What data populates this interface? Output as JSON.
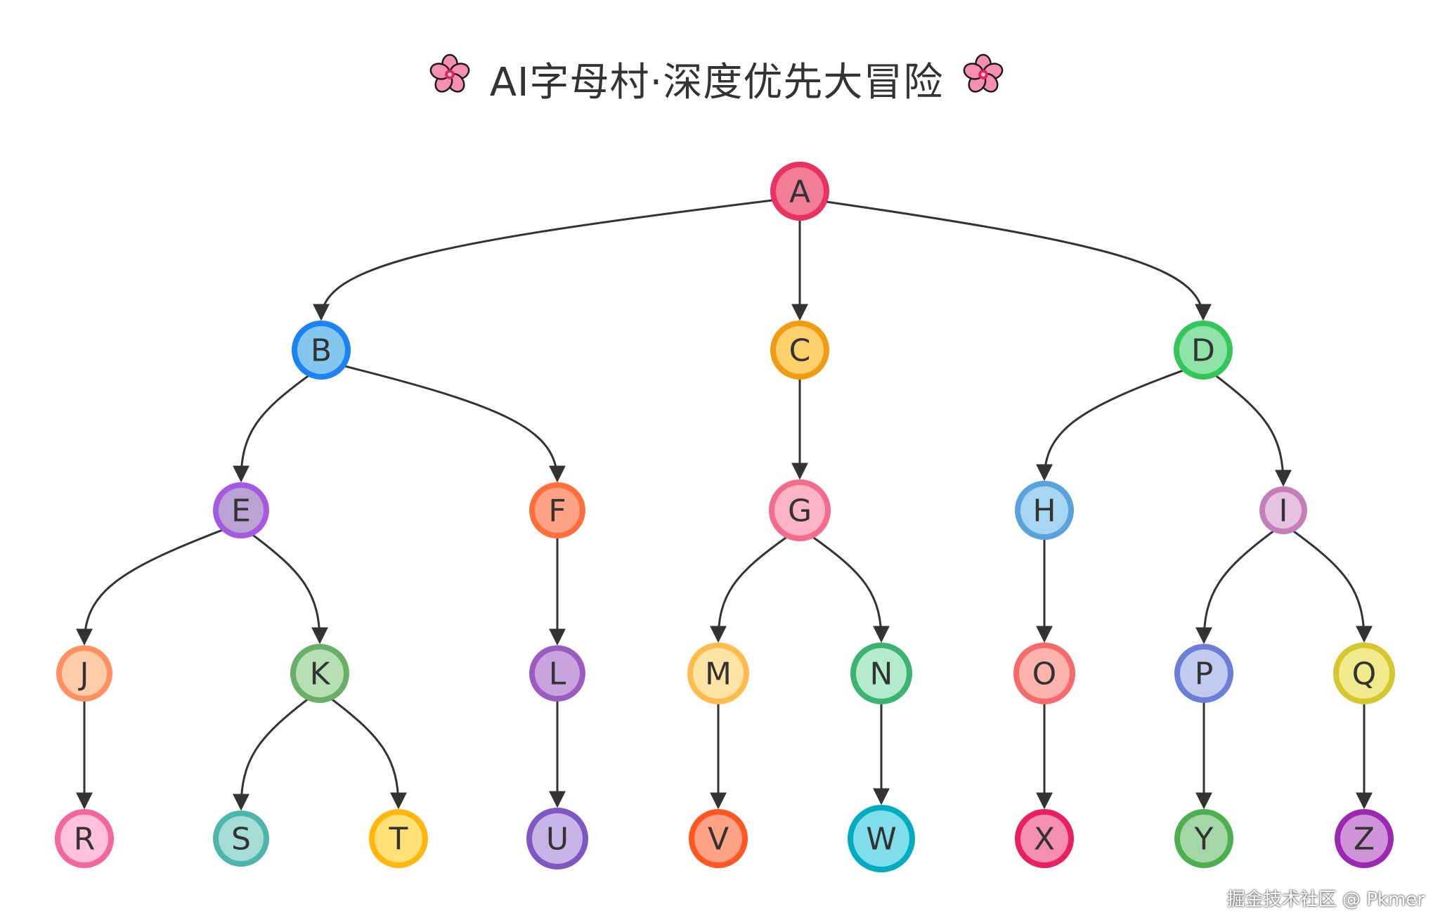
{
  "title": "AI字母村·深度优先大冒险",
  "title_icon": "cherry-blossom-icon",
  "watermark": "掘金技术社区 @ Pkmer",
  "colors": {
    "edge": "#333333",
    "title": "#333333",
    "background": "#ffffff"
  },
  "tree": {
    "nodes": [
      {
        "id": "A",
        "label": "A",
        "level": 0,
        "ring": "#e8335f",
        "fill": "#f27d97"
      },
      {
        "id": "B",
        "label": "B",
        "level": 1,
        "ring": "#1b83f2",
        "fill": "#83c6ee"
      },
      {
        "id": "C",
        "label": "C",
        "level": 1,
        "ring": "#f29a12",
        "fill": "#fcd06b"
      },
      {
        "id": "D",
        "label": "D",
        "level": 1,
        "ring": "#34c65d",
        "fill": "#8fe3a8"
      },
      {
        "id": "E",
        "label": "E",
        "level": 2,
        "ring": "#a459e0",
        "fill": "#b9a3d3"
      },
      {
        "id": "F",
        "label": "F",
        "level": 2,
        "ring": "#ff6f3c",
        "fill": "#ffa285"
      },
      {
        "id": "G",
        "label": "G",
        "level": 2,
        "ring": "#f56b8d",
        "fill": "#fbb4c6"
      },
      {
        "id": "H",
        "label": "H",
        "level": 2,
        "ring": "#5ba2dd",
        "fill": "#a7d6f2"
      },
      {
        "id": "I",
        "label": "I",
        "level": 2,
        "ring": "#c47fb8",
        "fill": "#e6c2e0"
      },
      {
        "id": "J",
        "label": "J",
        "level": 3,
        "ring": "#ff9060",
        "fill": "#ffccaa"
      },
      {
        "id": "K",
        "label": "K",
        "level": 3,
        "ring": "#6aaf67",
        "fill": "#b6e0b3"
      },
      {
        "id": "L",
        "label": "L",
        "level": 3,
        "ring": "#9a5cc0",
        "fill": "#c9a3dd"
      },
      {
        "id": "M",
        "label": "M",
        "level": 3,
        "ring": "#ffbb4d",
        "fill": "#ffe4a6"
      },
      {
        "id": "N",
        "label": "N",
        "level": 3,
        "ring": "#3cb371",
        "fill": "#b3ebcc"
      },
      {
        "id": "O",
        "label": "O",
        "level": 3,
        "ring": "#f56b6b",
        "fill": "#ffb3ad"
      },
      {
        "id": "P",
        "label": "P",
        "level": 3,
        "ring": "#6b7fd7",
        "fill": "#c2caf0"
      },
      {
        "id": "Q",
        "label": "Q",
        "level": 3,
        "ring": "#d4c72f",
        "fill": "#f0ea8c"
      },
      {
        "id": "R",
        "label": "R",
        "level": 4,
        "ring": "#f2679c",
        "fill": "#ffc2da"
      },
      {
        "id": "S",
        "label": "S",
        "level": 4,
        "ring": "#4db6ac",
        "fill": "#a6dcd6"
      },
      {
        "id": "T",
        "label": "T",
        "level": 4,
        "ring": "#ffb70f",
        "fill": "#ffe177"
      },
      {
        "id": "U",
        "label": "U",
        "level": 4,
        "ring": "#7e57c2",
        "fill": "#c8b5e8"
      },
      {
        "id": "V",
        "label": "V",
        "level": 4,
        "ring": "#ff5722",
        "fill": "#ffa285"
      },
      {
        "id": "W",
        "label": "W",
        "level": 4,
        "ring": "#00acc1",
        "fill": "#80deea"
      },
      {
        "id": "X",
        "label": "X",
        "level": 4,
        "ring": "#e91e63",
        "fill": "#f48fb1"
      },
      {
        "id": "Y",
        "label": "Y",
        "level": 4,
        "ring": "#4caf50",
        "fill": "#a5d6a7"
      },
      {
        "id": "Z",
        "label": "Z",
        "level": 4,
        "ring": "#9c27b0",
        "fill": "#ce93d8"
      }
    ],
    "edges": [
      [
        "A",
        "B"
      ],
      [
        "A",
        "C"
      ],
      [
        "A",
        "D"
      ],
      [
        "B",
        "E"
      ],
      [
        "B",
        "F"
      ],
      [
        "C",
        "G"
      ],
      [
        "D",
        "H"
      ],
      [
        "D",
        "I"
      ],
      [
        "E",
        "J"
      ],
      [
        "E",
        "K"
      ],
      [
        "F",
        "L"
      ],
      [
        "G",
        "M"
      ],
      [
        "G",
        "N"
      ],
      [
        "H",
        "O"
      ],
      [
        "I",
        "P"
      ],
      [
        "I",
        "Q"
      ],
      [
        "J",
        "R"
      ],
      [
        "K",
        "S"
      ],
      [
        "K",
        "T"
      ],
      [
        "L",
        "U"
      ],
      [
        "M",
        "V"
      ],
      [
        "N",
        "W"
      ],
      [
        "O",
        "X"
      ],
      [
        "P",
        "Y"
      ],
      [
        "Q",
        "Z"
      ]
    ]
  }
}
